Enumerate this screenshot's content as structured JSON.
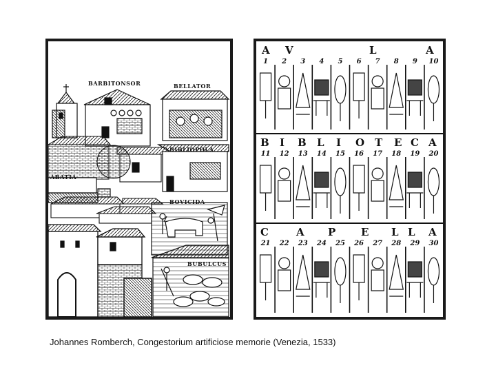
{
  "caption": "Johannes Romberch, Congestorium artificiose memorie (Venezia, 1533)",
  "left_woodcut": {
    "labels": {
      "barbitonsor": "BARBITONSOR",
      "bellator": "BELLATOR",
      "bibliopola": "BIBLIOPOLA",
      "abatia": "ABATIA",
      "bovicida": "BOVICIDA",
      "bubulcus": "BUBULCUS"
    }
  },
  "right_woodcut": {
    "rows": [
      {
        "letters": [
          "A",
          "V",
          "L",
          "A"
        ],
        "numbers": [
          "1",
          "2",
          "3",
          "4",
          "5",
          "6",
          "7",
          "8",
          "9",
          "10"
        ]
      },
      {
        "letters": [
          "B",
          "I",
          "B",
          "L",
          "I",
          "O",
          "T",
          "E",
          "C",
          "A"
        ],
        "numbers": [
          "11",
          "12",
          "13",
          "14",
          "15",
          "16",
          "17",
          "18",
          "19",
          "20"
        ]
      },
      {
        "letters": [
          "C",
          "A",
          "P",
          "E",
          "L",
          "L",
          "A"
        ],
        "numbers": [
          "21",
          "22",
          "23",
          "24",
          "25",
          "26",
          "27",
          "28",
          "29",
          "30"
        ]
      }
    ]
  }
}
